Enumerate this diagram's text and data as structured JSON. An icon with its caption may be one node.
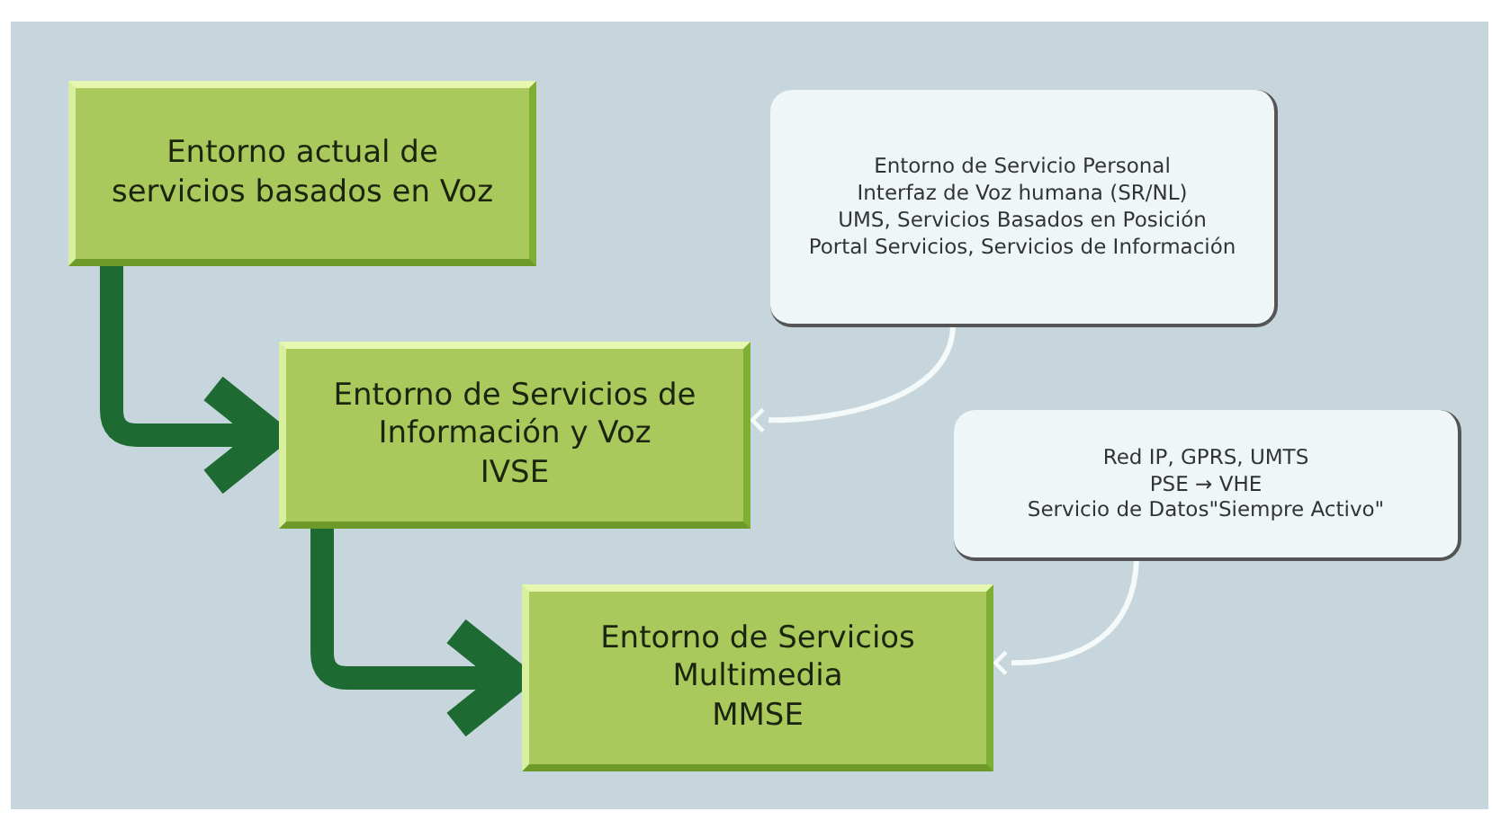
{
  "diagram": {
    "nodes": [
      {
        "text": [
          "Entorno actual de servicios basados en Voz"
        ]
      },
      {
        "text": [
          "Entorno de Servicios de Información y Voz",
          "IVSE"
        ]
      },
      {
        "text": [
          "Entorno de Servicios Multimedia",
          "MMSE"
        ]
      },
      {
        "text": [
          "Entorno de Servicio Personal",
          "Interfaz de Voz humana (SR/NL)",
          "UMS, Servicios Basados en Posición",
          "Portal Servicios, Servicios de Información"
        ]
      },
      {
        "text": [
          "Red IP, GPRS, UMTS",
          "PSE → VHE",
          "Servicio de Datos\"Siempre Activo\""
        ]
      }
    ],
    "edges": [
      {
        "from": 0,
        "to": 1,
        "arrow": "to",
        "style": "thick"
      },
      {
        "from": 1,
        "to": 2,
        "arrow": "to",
        "style": "thick"
      },
      {
        "from": 3,
        "to": 1,
        "arrow": "to",
        "color": "#f4f9f9"
      },
      {
        "from": 4,
        "to": 2,
        "arrow": "to",
        "color": "#f4f9f9"
      }
    ]
  }
}
